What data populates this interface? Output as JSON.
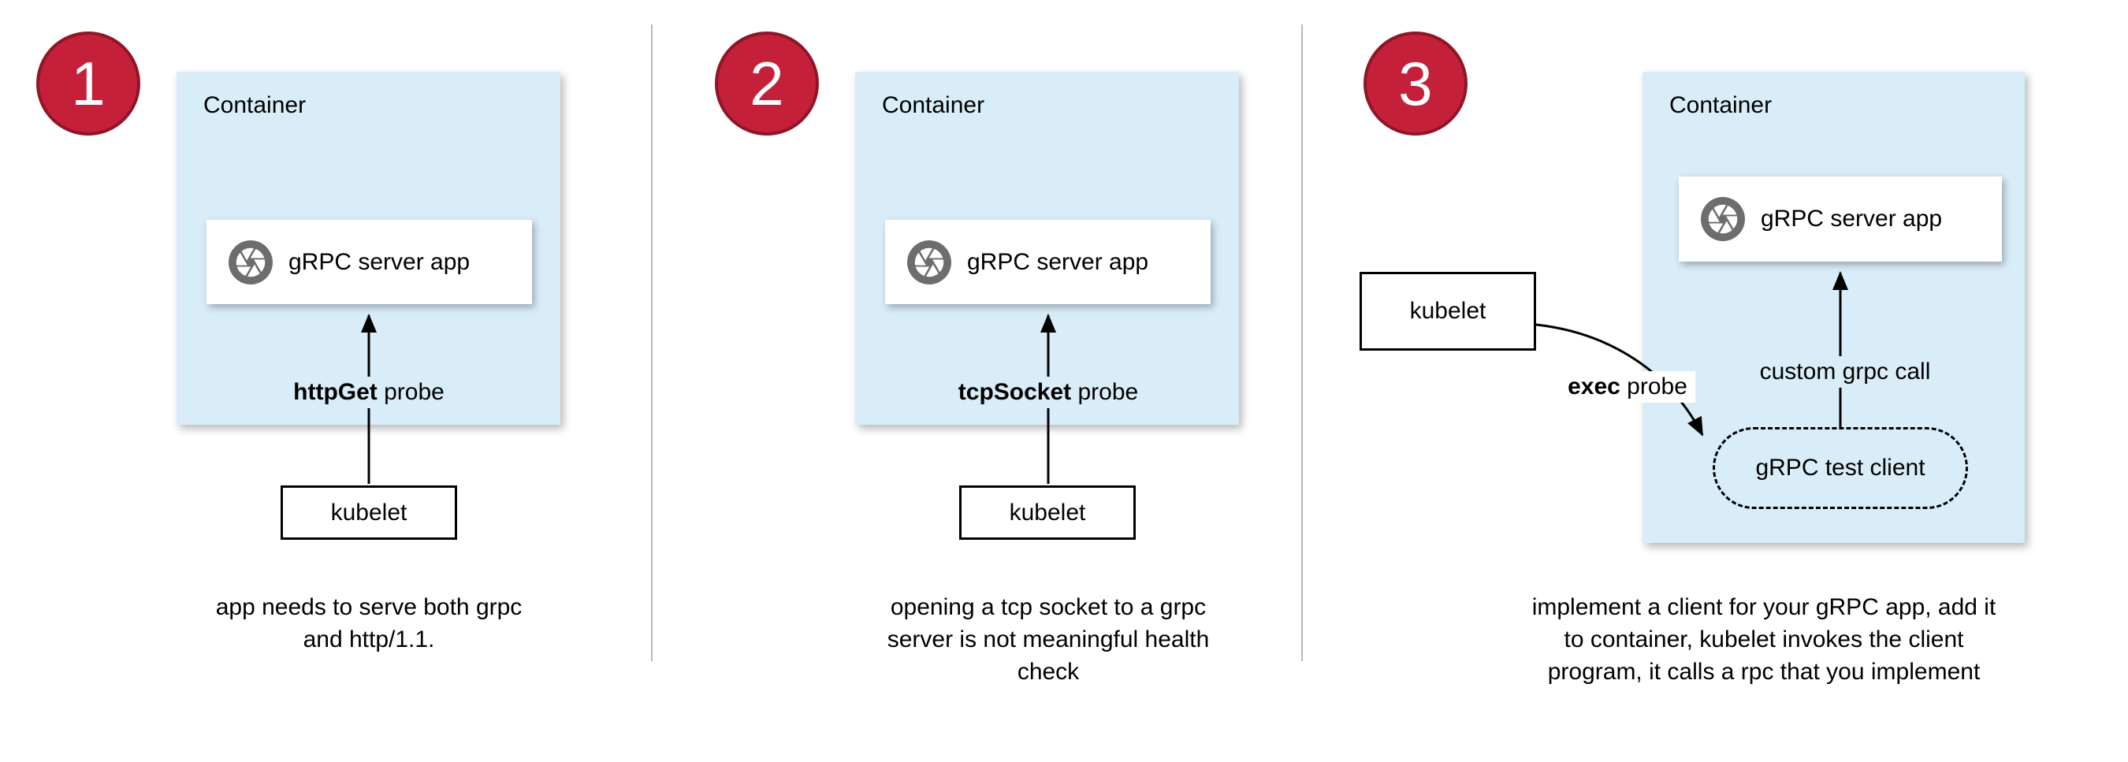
{
  "colors": {
    "container_fill": "#d9edf8",
    "badge_fill": "#c5203a",
    "badge_border": "#8f1527",
    "icon_gray": "#6d6d6d",
    "divider": "#b9b9b9",
    "arrow": "#000000"
  },
  "panels": [
    {
      "number": "1",
      "container_label": "Container",
      "server_app": "gRPC server app",
      "probe_bold": "httpGet",
      "probe_rest": " probe",
      "kubelet": "kubelet",
      "caption_lines": [
        "app needs to serve both grpc",
        "and http/1.1."
      ]
    },
    {
      "number": "2",
      "container_label": "Container",
      "server_app": "gRPC server app",
      "probe_bold": "tcpSocket",
      "probe_rest": " probe",
      "kubelet": "kubelet",
      "caption_lines": [
        "opening a tcp socket to a grpc",
        "server is not meaningful health",
        "check"
      ]
    },
    {
      "number": "3",
      "container_label": "Container",
      "server_app": "gRPC server app",
      "probe_bold": "exec",
      "probe_rest": " probe",
      "kubelet": "kubelet",
      "custom_call_label": "custom grpc call",
      "test_client_label": "gRPC test client",
      "caption_lines": [
        "implement a client for your gRPC app, add it",
        "to container, kubelet invokes the client",
        "program, it calls a rpc that you implement"
      ]
    }
  ]
}
